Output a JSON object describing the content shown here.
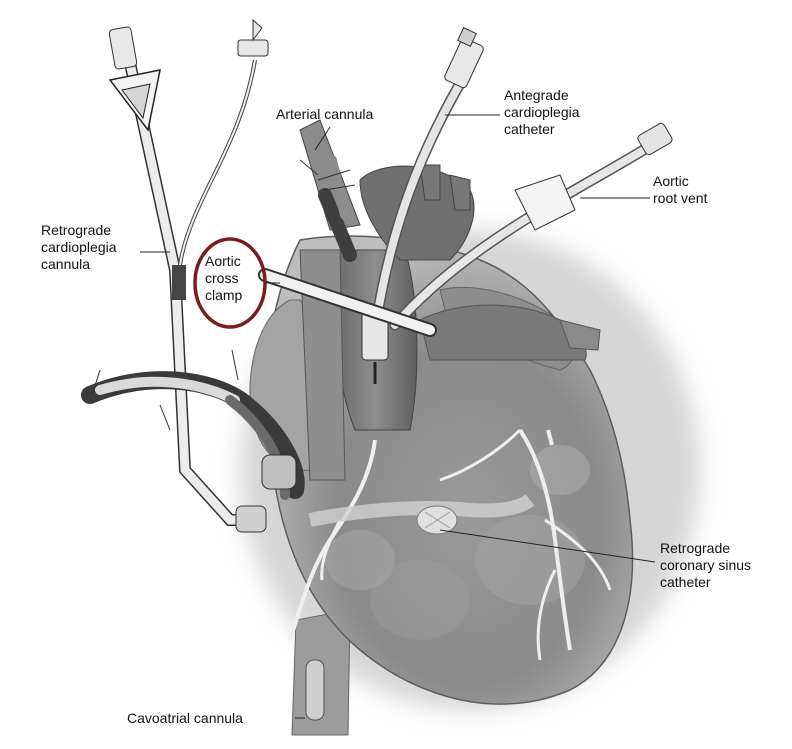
{
  "labels": {
    "arterial_cannula": "Arterial cannula",
    "antegrade": [
      "Antegrade",
      "cardioplegia",
      "catheter"
    ],
    "aortic_root_vent": [
      "Aortic",
      "root vent"
    ],
    "retrograde_cardioplegia": [
      "Retrograde",
      "cardioplegia",
      "cannula"
    ],
    "aortic_cross_clamp": [
      "Aortic",
      "cross",
      "clamp"
    ],
    "retrograde_coronary_sinus": [
      "Retrograde",
      "coronary sinus",
      "catheter"
    ],
    "cavoatrial_cannula": "Cavoatrial cannula"
  },
  "colors": {
    "highlight_circle": "#7a1c1c",
    "heart_fill": "#8a8a8a",
    "tube_fill": "#d9d9d9",
    "cannula_dark": "#555555"
  }
}
